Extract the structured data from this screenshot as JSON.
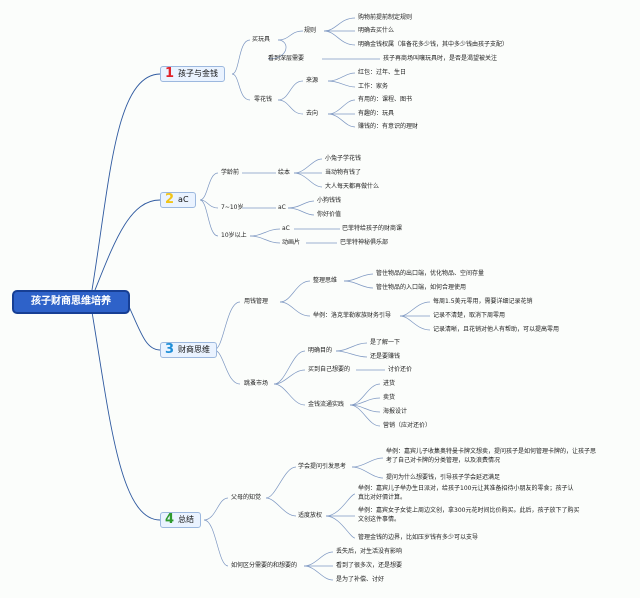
{
  "root": "孩子财商思维培养",
  "topics": [
    {
      "num": "1",
      "label": "孩子与金钱",
      "color": "#e0242b"
    },
    {
      "num": "2",
      "label": "aC",
      "color": "#f0c419"
    },
    {
      "num": "3",
      "label": "财商思维",
      "color": "#1f8fd8"
    },
    {
      "num": "4",
      "label": "总结",
      "color": "#2e9a2e"
    }
  ],
  "nodes": {
    "mai_wanju": "买玩具",
    "guize": "规则",
    "r1": "购物前提前制定规则",
    "r2": "明确去买什么",
    "r3": "明确金钱权属（准备花多少钱，其中多少钱由孩子支配）",
    "kandao": "看到深层需要",
    "kandao_leaf": "孩子再商场叫嚷玩具时，是否是渴望被关注",
    "linghuaqian": "零花钱",
    "laiyuan": "来源",
    "hongbao": "红包：过年、生日",
    "gongzuo": "工作：家务",
    "quxiang": "去向",
    "youyong": "有用的：课程、图书",
    "youqu": "有趣的：玩具",
    "pangzhi": "赚钱的：有意识的理财",
    "xueling": "学龄前",
    "huiben": "绘本",
    "hb1": "小兔子学花钱",
    "hb2": "当动物有钱了",
    "hb3": "大人每天都再做什么",
    "age710": "7~10岁",
    "ac1": "aC",
    "a1": "小狗钱钱",
    "a2": "你好价值",
    "age10": "10岁以上",
    "ac2": "aC",
    "ac2_leaf": "巴菲特给孩子的财商课",
    "donghua": "动画片",
    "donghua_leaf": "巴菲特神秘俱乐部",
    "yongqian": "用钱管理",
    "zhengli": "整理思维",
    "z1": "管住物品的出口端，优化物品、空间存量",
    "z2": "管住物品的入口端，如何合理使用",
    "juli": "举例：洛克菲勒家族财务引导",
    "j1": "每周1.5美元零用，需要详细记录花销",
    "j2": "记录不清楚，取消下周零用",
    "j3": "记录清晰，且花销对他人有帮助，可以提高零用",
    "chaoshi": "跳蚤市场",
    "mingque": "明确目的",
    "mq1": "是了解一下",
    "mq2": "还是要赚钱",
    "maidao": "买到自己想要的",
    "maidao_leaf": "讨价还价",
    "liutong": "金钱流通实践",
    "l1": "进货",
    "l2": "卖货",
    "l3": "海报设计",
    "l4": "营销（应对还价）",
    "fumu": "父母的知觉",
    "xuehui": "学会提问引发思考",
    "x1a": "举例：嘉宾儿子收集奥特曼卡牌文想卖，提问孩子是如何管理卡牌的，让孩子思",
    "x1b": "考了自己对卡牌的分类管理，以及浪费情况",
    "x2": "提问为什么想要钱，引导孩子学会延迟满足",
    "shidu": "适度放权",
    "s1a": "举例：嘉宾儿子举办生日派对，给孩子100元让其准备招待小朋友的零食；孩子认",
    "s1b": "真比对好價计算。",
    "s2a": "举例：嘉宾女子女徒上周边文创，拿300元花时间比价购买。此后，孩子放下了购买",
    "s2b": "文创这件事情。",
    "s3": "管理金钱的边界，比如压岁钱有多少可以支导",
    "qufen": "如何区分需要的和想要的",
    "q1": "丢失后，对生活没有影响",
    "q2": "看到了很多次，还是想要",
    "q3": "是为了补偿、讨好"
  }
}
